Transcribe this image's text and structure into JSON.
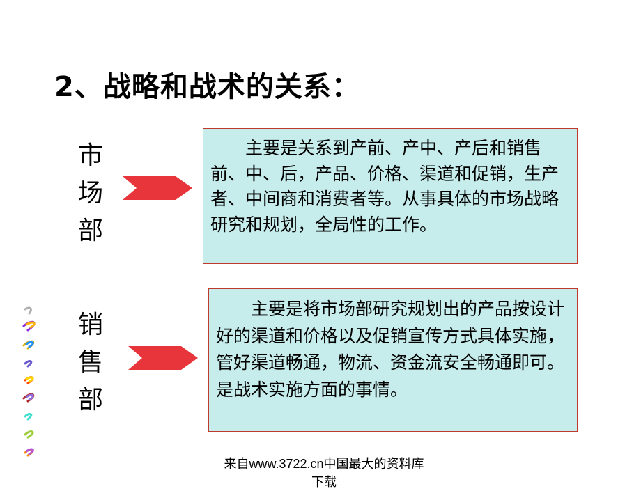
{
  "slide": {
    "title": "2、战略和战术的关系：",
    "market": {
      "label_chars": [
        "市",
        "场",
        "部"
      ],
      "description": "主要是关系到产前、产中、产后和销售前、中、后，产品、价格、渠道和促销，生产者、中间商和消费者等。从事具体的市场战略研究和规划，全局性的工作。"
    },
    "sales": {
      "label_chars": [
        "销",
        "售",
        "部"
      ],
      "description": "主要是将市场部研究规划出的产品按设计好的渠道和价格以及促销宣传方式具体实施，管好渠道畅通，物流、资金流安全畅通即可。是战术实施方面的事情。"
    },
    "footer": "来自www.3722.cn中国最大的资料库下载"
  },
  "colors": {
    "box_fill": "#c6ecec",
    "box_border": "#c0392b",
    "arrow": "#e8353b"
  },
  "icons": [
    "chevron-arrow-icon",
    "decorative-ribbon-icon"
  ]
}
